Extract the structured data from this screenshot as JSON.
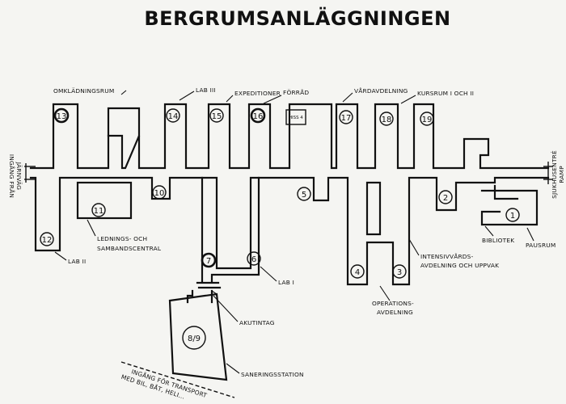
{
  "title": "BERGRUMSANLÄGGNINGEN",
  "labels": {
    "omkladningsrum": "OMKLÄDNINGSRUM",
    "lab3": "LAB III",
    "expeditioner": "EXPEDITIONER",
    "forrad": "FÖRRÅD",
    "hiss": "HISS 4",
    "vardavdelning": "VÅRDAVDELNING",
    "kursrum": "KURSRUM I OCH II",
    "ingang_jarnvag": [
      "INGÅNG FRÅN",
      "JÄRNVÄG"
    ],
    "sjukhus_ramp": [
      "SJUKHUSENTRÉ",
      "RAMP"
    ],
    "lab2": "LAB II",
    "ledning": [
      "LEDNINGS- OCH",
      "SAMBANDSCENTRAL"
    ],
    "lab1": "LAB I",
    "akutintag": "AKUTINTAG",
    "saneringsstation": "SANERINGSSTATION",
    "ingang_transport": [
      "INGÅNG FÖR TRANSPORT",
      "MED BIL, BÅT, HELI..."
    ],
    "operationsavdelning": [
      "OPERATIONS-",
      "AVDELNING"
    ],
    "intensivvard": [
      "INTENSIVVÅRDS-",
      "AVDELNING OCH UPPVAK"
    ],
    "bibliotek": "BIBLIOTEK",
    "pausrum": "PAUSRUM"
  },
  "rooms": {
    "r1": "1",
    "r2": "2",
    "r3": "3",
    "r4": "4",
    "r5": "5",
    "r6": "6",
    "r7": "7",
    "r89": "8/9",
    "r10": "10",
    "r11": "11",
    "r12": "12",
    "r13": "13",
    "r14": "14",
    "r15": "15",
    "r16": "16",
    "r17": "17",
    "r18": "18",
    "r19": "19"
  }
}
